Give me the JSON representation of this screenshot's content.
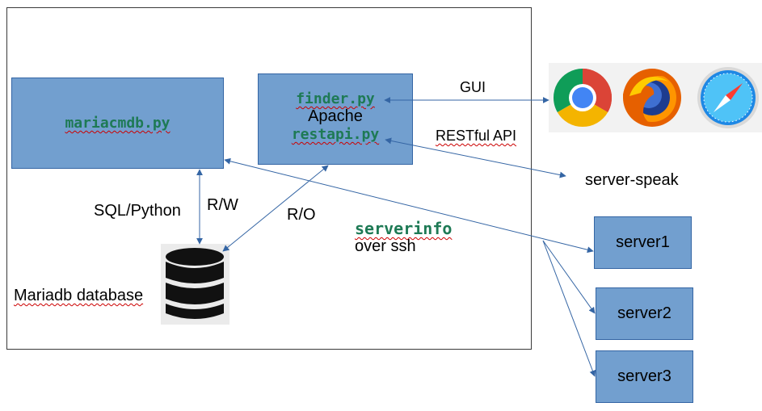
{
  "boxes": {
    "mariacmdb": "mariacmdb.py",
    "finder": "finder.py",
    "apache": "Apache",
    "restapi": "restapi.py",
    "server1": "server1",
    "server2": "server2",
    "server3": "server3"
  },
  "labels": {
    "gui": "GUI",
    "restful_api": "RESTful API",
    "server_speak": "server-speak",
    "sql_python": "SQL/Python",
    "rw": "R/W",
    "ro": "R/O",
    "serverinfo": "serverinfo",
    "over_ssh": "over ssh",
    "mariadb_database": "Mariadb database"
  },
  "icons": [
    "chrome-icon",
    "firefox-icon",
    "safari-icon",
    "database-icon"
  ],
  "colors": {
    "box_fill": "#729fcf",
    "box_border": "#3465a4",
    "arrow": "#3465a4",
    "code_text": "#1e7a55"
  }
}
